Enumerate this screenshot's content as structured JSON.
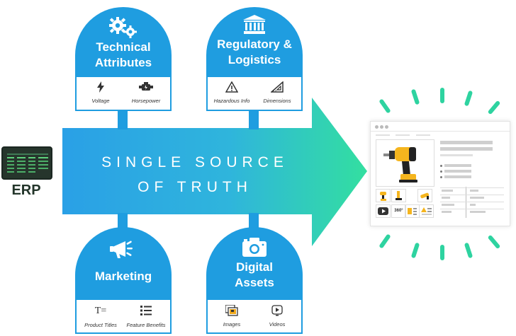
{
  "erp": {
    "label": "ERP"
  },
  "arrow": {
    "line1": "SINGLE SOURCE",
    "line2": "OF TRUTH"
  },
  "cards": {
    "technical": {
      "title_line1": "Technical",
      "title_line2": "Attributes",
      "icon": "gears-icon",
      "items": [
        {
          "label": "Voltage",
          "icon": "lightning-bolt-icon"
        },
        {
          "label": "Horsepower",
          "icon": "engine-icon"
        }
      ]
    },
    "regulatory": {
      "title_line1": "Regulatory &",
      "title_line2": "Logistics",
      "icon": "bank-building-icon",
      "items": [
        {
          "label": "Hazardous Info",
          "icon": "warning-triangle-icon"
        },
        {
          "label": "Dimensions",
          "icon": "set-square-icon"
        }
      ]
    },
    "marketing": {
      "title": "Marketing",
      "icon": "megaphone-icon",
      "items": [
        {
          "label": "Product Titles",
          "icon": "text-format-icon"
        },
        {
          "label": "Feature Benefits",
          "icon": "bulleted-list-icon"
        }
      ]
    },
    "digital": {
      "title_line1": "Digital",
      "title_line2": "Assets",
      "icon": "camera-icon",
      "items": [
        {
          "label": "Images",
          "icon": "image-stack-icon"
        },
        {
          "label": "Videos",
          "icon": "play-video-icon"
        }
      ]
    }
  },
  "product_page": {
    "thumb_360": "360°",
    "icon": "power-drill-icon"
  },
  "colors": {
    "card_blue": "#1f9de0",
    "arrow_start": "#2aa0e6",
    "arrow_end": "#33dfa0",
    "ray_green": "#2ed3a0",
    "erp_dark": "#26352c"
  }
}
